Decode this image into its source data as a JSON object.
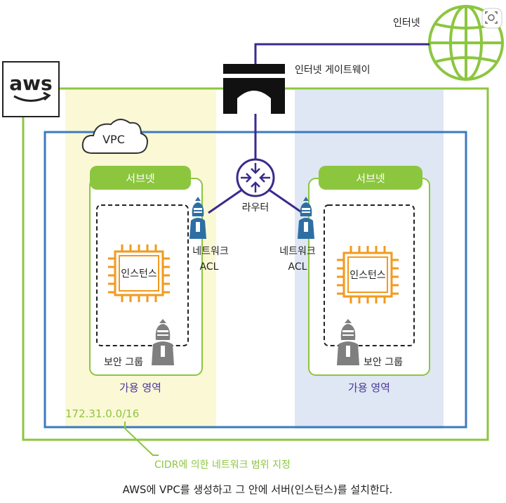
{
  "labels": {
    "internet": "인터넷",
    "internet_gateway": "인터넷 게이트웨이",
    "aws_logo": "aws",
    "vpc": "VPC",
    "router": "라우터",
    "subnet_left": "서브넷",
    "subnet_right": "서브넷",
    "nacl_left_line1": "네트워크",
    "nacl_left_line2": "ACL",
    "nacl_right_line1": "네트워크",
    "nacl_right_line2": "ACL",
    "instance_left": "인스턴스",
    "instance_right": "인스턴스",
    "security_group_left": "보안 그룹",
    "security_group_right": "보안 그룹",
    "az_left": "가용 영역",
    "az_right": "가용 영역",
    "cidr_value": "172.31.0.0/16",
    "cidr_note": "CIDR에 의한 네트워크 범위 지정",
    "caption": "AWS에 VPC를 생성하고 그 안에 서버(인스턴스)를 설치한다."
  },
  "colors": {
    "aws_border": "#8cc63f",
    "vpc_border": "#3a7bbf",
    "az_left_fill": "#fbf8d6",
    "az_right_fill": "#dfe6f4",
    "subnet_fill": "#8cc63f",
    "instance_orange": "#f29a1e",
    "link_purple": "#3b2a8c",
    "nacl_blue": "#2e6fa3",
    "knight_gray": "#7f7f7f",
    "gateway_black": "#111111",
    "globe_green": "#8cc63f",
    "az_label": "#4a3a9a"
  }
}
